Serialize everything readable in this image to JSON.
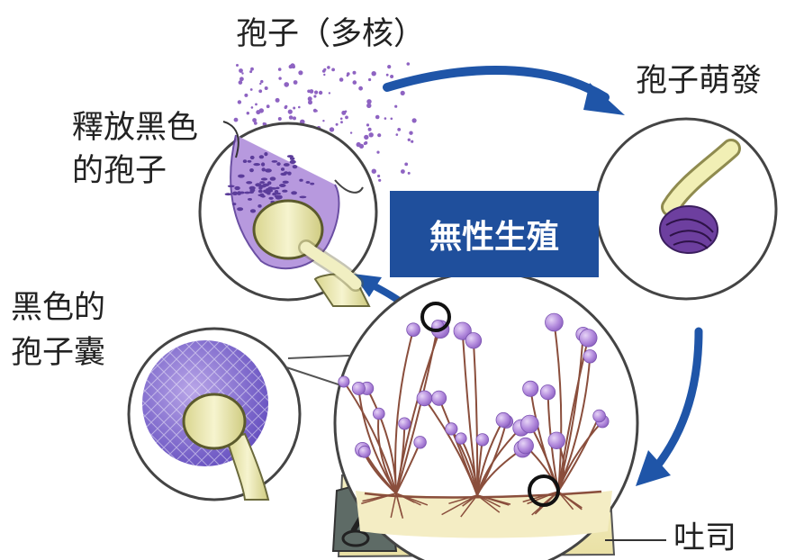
{
  "labels": {
    "spores_multinucleate": "孢子（多核）",
    "release_line1": "釋放黑色",
    "release_line2": "的孢子",
    "germination": "孢子萌發",
    "sporangium_line1": "黑色的",
    "sporangium_line2": "孢子囊",
    "bread": "吐司"
  },
  "center_box": {
    "text": "無性生殖",
    "color": "#1f4f9c"
  },
  "colors": {
    "arrow": "#1f55a8",
    "spore": "#9966cc",
    "hyphae": "#8a4e3c",
    "stalk": "#e8e6a4"
  },
  "icons": [
    "spore-cloud",
    "sporangium-bursting",
    "germinating-spore",
    "black-sporangium",
    "mold-colony",
    "bread-slice"
  ]
}
